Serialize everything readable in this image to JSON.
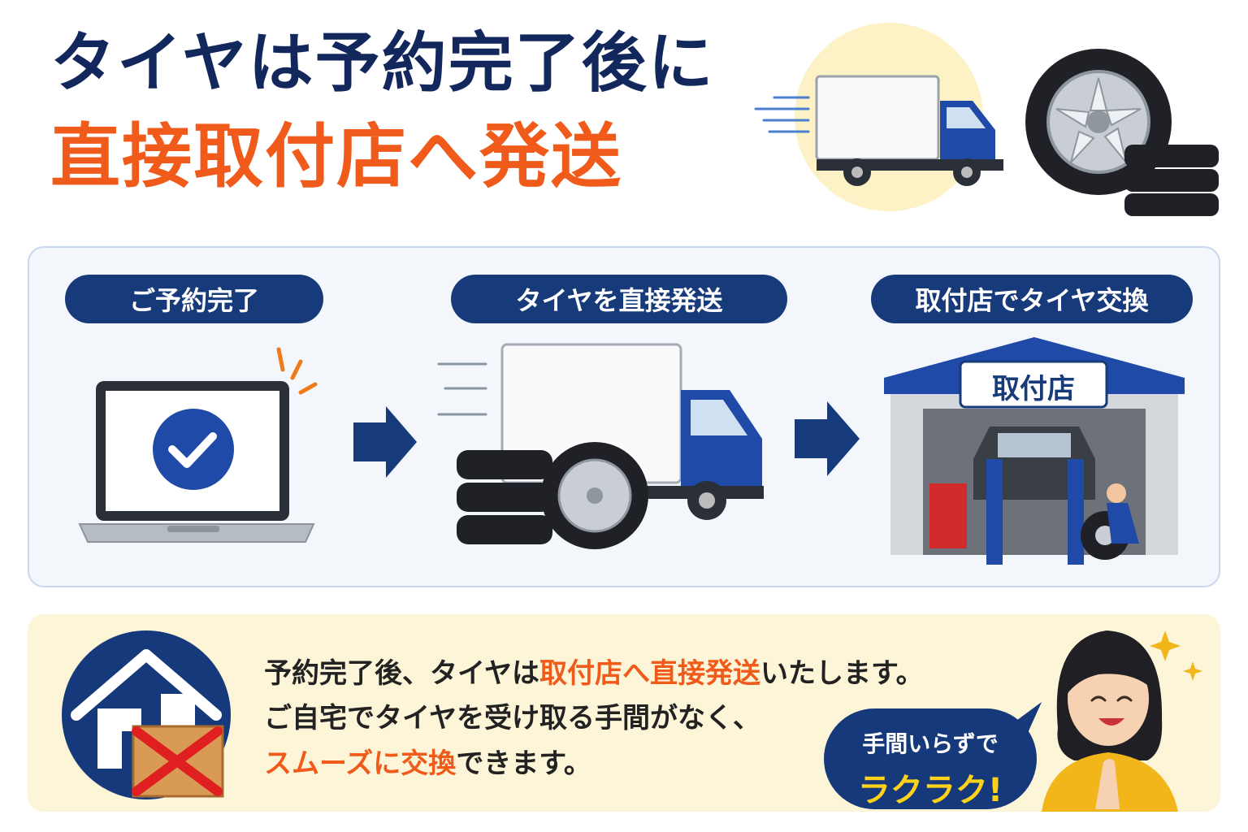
{
  "header": {
    "title_line1": "タイヤは予約完了後に",
    "title_line2": "直接取付店へ発送"
  },
  "flow": {
    "steps": [
      {
        "label": "ご予約完了",
        "icon": "laptop-check-icon"
      },
      {
        "label": "タイヤを直接発送",
        "icon": "delivery-truck-icon"
      },
      {
        "label": "取付店でタイヤ交換",
        "icon": "garage-icon"
      }
    ],
    "shop_sign": "取付店"
  },
  "info": {
    "line1_a": "予約完了後、タイヤは",
    "line1_b": "取付店へ直接発送",
    "line1_c": "いたします。",
    "line2": "ご自宅でタイヤを受け取る手間がなく、",
    "line3_a": "スムーズに交換",
    "line3_b": "できます。",
    "bubble_line1": "手間いらずで",
    "bubble_line2": "ラクラク!"
  },
  "colors": {
    "navy": "#163a7a",
    "orange": "#f05a1a",
    "cream": "#fdf5d8",
    "panel": "#f3f7fc",
    "truck_blue": "#1f4aa8"
  }
}
